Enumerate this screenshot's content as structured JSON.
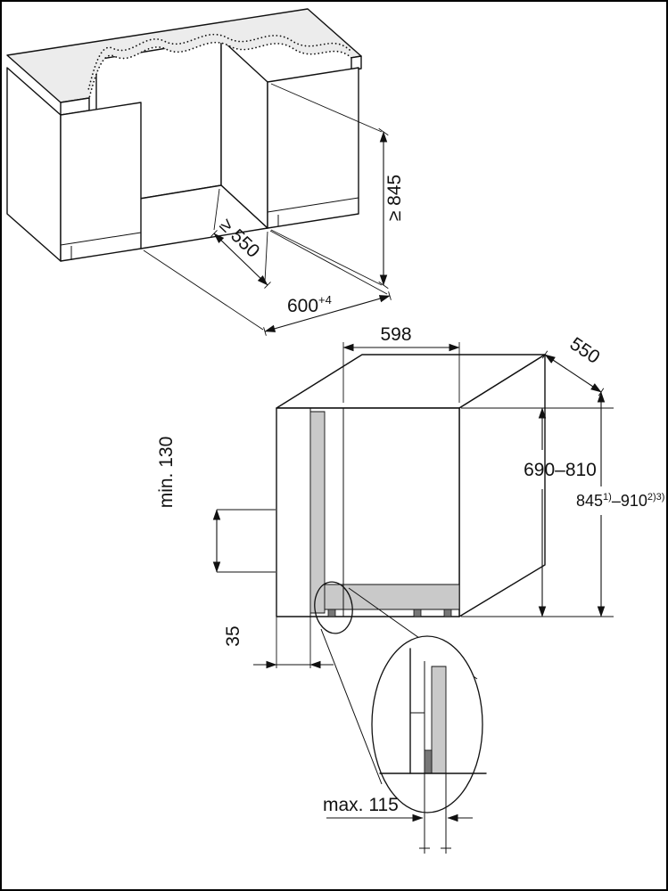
{
  "diagram": {
    "top_view": {
      "niche_height": "≥ 845",
      "niche_depth": "≥ 550",
      "niche_width": "600",
      "niche_width_tol": "+4"
    },
    "appliance_view": {
      "width": "598",
      "depth": "550",
      "niche_height_range": "690–810",
      "total_height_min": "845",
      "total_height_min_note": "1)",
      "total_height_max": "–910",
      "total_height_max_note": "2)3)",
      "side_clearance": "min. 130",
      "front_offset": "35",
      "plinth_max": "max. 115"
    }
  }
}
